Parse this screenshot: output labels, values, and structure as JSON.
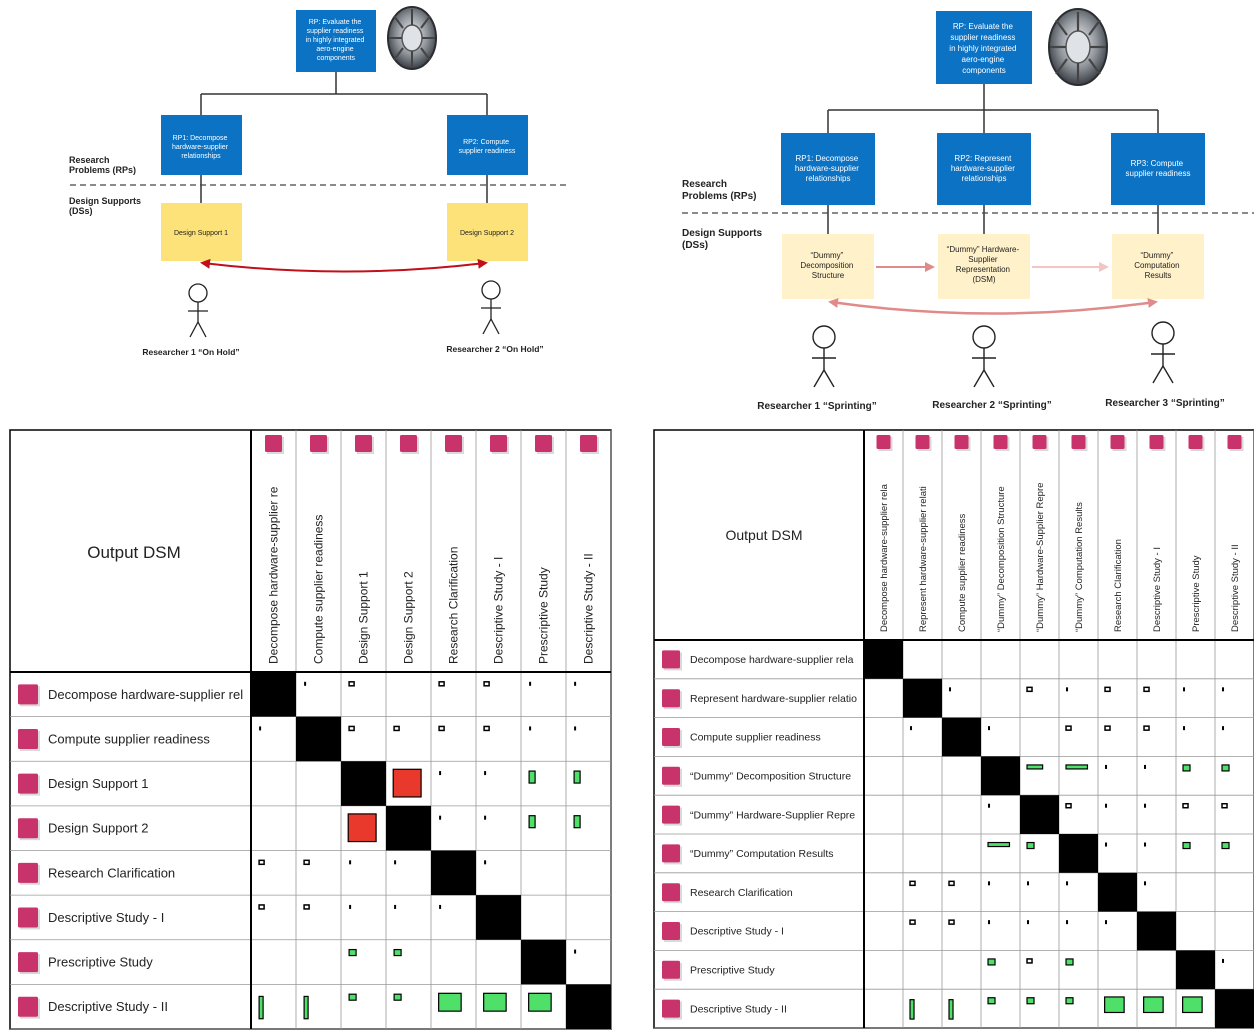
{
  "colors": {
    "blue_box": "#0b72c4",
    "yellow_box": "#fde27a",
    "pale_yellow_box": "#fff1c9",
    "arrow_red": "#c0101a",
    "arrow_pink": "#e08a8a",
    "magenta_icon": "#c9336b",
    "red_mark": "#e8392c",
    "green_mark": "#4fe06a",
    "diag_black": "#000000"
  },
  "top_left": {
    "rp_text": "RP: Evaluate the supplier readiness in highly integrated aero-engine components",
    "rp_lines": [
      "RP: Evaluate the",
      "supplier readiness",
      "in highly integrated",
      "aero-engine",
      "components"
    ],
    "rp1_lines": [
      "RP1: Decompose",
      "hardware-supplier",
      "relationships"
    ],
    "rp2_lines": [
      "RP2: Compute",
      "supplier readiness"
    ],
    "ds1": "Design Support 1",
    "ds2": "Design Support 2",
    "rps_label": [
      "Research",
      "Problems (RPs)"
    ],
    "dss_label": [
      "Design Supports",
      "(DSs)"
    ],
    "researcher1": "Researcher 1 “On Hold”",
    "researcher2": "Researcher 2 “On Hold”"
  },
  "top_right": {
    "rp_lines": [
      "RP: Evaluate the",
      "supplier readiness",
      "in highly integrated",
      "aero-engine",
      "components"
    ],
    "rp1_lines": [
      "RP1: Decompose",
      "hardware-supplier",
      "relationships"
    ],
    "rp2_lines": [
      "RP2: Represent",
      "hardware-supplier",
      "relationships"
    ],
    "rp3_lines": [
      "RP3: Compute",
      "supplier readiness"
    ],
    "ds1_lines": [
      "“Dummy”",
      "Decomposition",
      "Structure"
    ],
    "ds2_lines": [
      "“Dummy” Hardware-",
      "Supplier",
      "Representation",
      "(DSM)"
    ],
    "ds3_lines": [
      "“Dummy”",
      "Computation",
      "Results"
    ],
    "rps_label": [
      "Research",
      "Problems (RPs)"
    ],
    "dss_label": [
      "Design Supports",
      "(DSs)"
    ],
    "researcher1": "Researcher 1 “Sprinting”",
    "researcher2": "Researcher 2 “Sprinting”",
    "researcher3": "Researcher 3 “Sprinting”"
  },
  "dsm_left": {
    "title": "Output DSM",
    "columns": [
      "Decompose hardware-supplier re",
      "Compute supplier readiness",
      "Design Support 1",
      "Design Support 2",
      "Research Clarification",
      "Descriptive Study - I",
      "Prescriptive Study",
      "Descriptive Study - II"
    ],
    "rows": [
      "Decompose hardware-supplier rel",
      "Compute supplier readiness",
      "Design Support 1",
      "Design Support 2",
      "Research Clarification",
      "Descriptive Study - I",
      "Prescriptive Study",
      "Descriptive Study - II"
    ],
    "marks": [
      [
        1,
        0,
        "tick"
      ],
      [
        2,
        0,
        "sq"
      ],
      [
        4,
        0,
        "sq"
      ],
      [
        5,
        0,
        "sq"
      ],
      [
        6,
        0,
        "tick"
      ],
      [
        7,
        0,
        "tick"
      ],
      [
        0,
        1,
        "tick"
      ],
      [
        2,
        1,
        "sq"
      ],
      [
        3,
        1,
        "sq"
      ],
      [
        4,
        1,
        "sq"
      ],
      [
        5,
        1,
        "sq"
      ],
      [
        6,
        1,
        "tick"
      ],
      [
        7,
        1,
        "tick"
      ],
      [
        3,
        2,
        "red"
      ],
      [
        4,
        2,
        "tick"
      ],
      [
        5,
        2,
        "tick"
      ],
      [
        6,
        2,
        "gvert"
      ],
      [
        7,
        2,
        "gvert"
      ],
      [
        2,
        3,
        "red"
      ],
      [
        4,
        3,
        "tick"
      ],
      [
        5,
        3,
        "tick"
      ],
      [
        6,
        3,
        "gvert"
      ],
      [
        7,
        3,
        "gvert"
      ],
      [
        0,
        4,
        "sq"
      ],
      [
        1,
        4,
        "sq"
      ],
      [
        2,
        4,
        "tick"
      ],
      [
        3,
        4,
        "tick"
      ],
      [
        5,
        4,
        "tick"
      ],
      [
        0,
        5,
        "sq"
      ],
      [
        1,
        5,
        "sq"
      ],
      [
        2,
        5,
        "tick"
      ],
      [
        3,
        5,
        "tick"
      ],
      [
        4,
        5,
        "tick"
      ],
      [
        2,
        6,
        "gsm"
      ],
      [
        3,
        6,
        "gsm"
      ],
      [
        7,
        6,
        "tick"
      ],
      [
        0,
        7,
        "gthin"
      ],
      [
        1,
        7,
        "gthin"
      ],
      [
        2,
        7,
        "gsm"
      ],
      [
        3,
        7,
        "gsm"
      ],
      [
        4,
        7,
        "gbig"
      ],
      [
        5,
        7,
        "gbig"
      ],
      [
        6,
        7,
        "gbig"
      ]
    ]
  },
  "dsm_right": {
    "title": "Output DSM",
    "columns": [
      "Decompose hardware-supplier rela",
      "Represent hardware-supplier relati",
      "Compute supplier readiness",
      "“Dummy” Decomposition Structure",
      "“Dummy” Hardware-Supplier Repre",
      "“Dummy” Computation Results",
      "Research Clarification",
      "Descriptive Study - I",
      "Prescriptive Study",
      "Descriptive Study - II"
    ],
    "rows": [
      "Decompose hardware-supplier rela",
      "Represent hardware-supplier relatio",
      "Compute supplier readiness",
      "“Dummy” Decomposition Structure",
      "“Dummy” Hardware-Supplier Repre",
      "“Dummy” Computation Results",
      "Research Clarification",
      "Descriptive Study - I",
      "Prescriptive Study",
      "Descriptive Study - II"
    ],
    "marks": [
      [
        2,
        1,
        "tick"
      ],
      [
        4,
        1,
        "sq"
      ],
      [
        5,
        1,
        "tick"
      ],
      [
        6,
        1,
        "sq"
      ],
      [
        7,
        1,
        "sq"
      ],
      [
        8,
        1,
        "tick"
      ],
      [
        9,
        1,
        "tick"
      ],
      [
        1,
        2,
        "tick"
      ],
      [
        3,
        2,
        "tick"
      ],
      [
        5,
        2,
        "sq"
      ],
      [
        6,
        2,
        "sq"
      ],
      [
        7,
        2,
        "sq"
      ],
      [
        8,
        2,
        "tick"
      ],
      [
        9,
        2,
        "tick"
      ],
      [
        4,
        3,
        "gwide"
      ],
      [
        5,
        3,
        "gwide2"
      ],
      [
        6,
        3,
        "tick"
      ],
      [
        7,
        3,
        "tick"
      ],
      [
        8,
        3,
        "gsm"
      ],
      [
        9,
        3,
        "gsm"
      ],
      [
        3,
        4,
        "tick"
      ],
      [
        5,
        4,
        "sq"
      ],
      [
        6,
        4,
        "tick"
      ],
      [
        7,
        4,
        "tick"
      ],
      [
        8,
        4,
        "sq"
      ],
      [
        9,
        4,
        "sq"
      ],
      [
        3,
        5,
        "gwide2"
      ],
      [
        4,
        5,
        "gsm"
      ],
      [
        6,
        5,
        "tick"
      ],
      [
        7,
        5,
        "tick"
      ],
      [
        8,
        5,
        "gsm"
      ],
      [
        9,
        5,
        "gsm"
      ],
      [
        1,
        6,
        "sq"
      ],
      [
        2,
        6,
        "sq"
      ],
      [
        3,
        6,
        "tick"
      ],
      [
        4,
        6,
        "tick"
      ],
      [
        5,
        6,
        "tick"
      ],
      [
        7,
        6,
        "tick"
      ],
      [
        1,
        7,
        "sq"
      ],
      [
        2,
        7,
        "sq"
      ],
      [
        3,
        7,
        "tick"
      ],
      [
        4,
        7,
        "tick"
      ],
      [
        5,
        7,
        "tick"
      ],
      [
        6,
        7,
        "tick"
      ],
      [
        3,
        8,
        "gsm"
      ],
      [
        4,
        8,
        "sq"
      ],
      [
        5,
        8,
        "gsm"
      ],
      [
        9,
        8,
        "tick"
      ],
      [
        1,
        9,
        "gthin"
      ],
      [
        2,
        9,
        "gthin"
      ],
      [
        3,
        9,
        "gsm"
      ],
      [
        4,
        9,
        "gsm"
      ],
      [
        5,
        9,
        "gsm"
      ],
      [
        6,
        9,
        "gbig"
      ],
      [
        7,
        9,
        "gbig"
      ],
      [
        8,
        9,
        "gbig"
      ]
    ]
  }
}
